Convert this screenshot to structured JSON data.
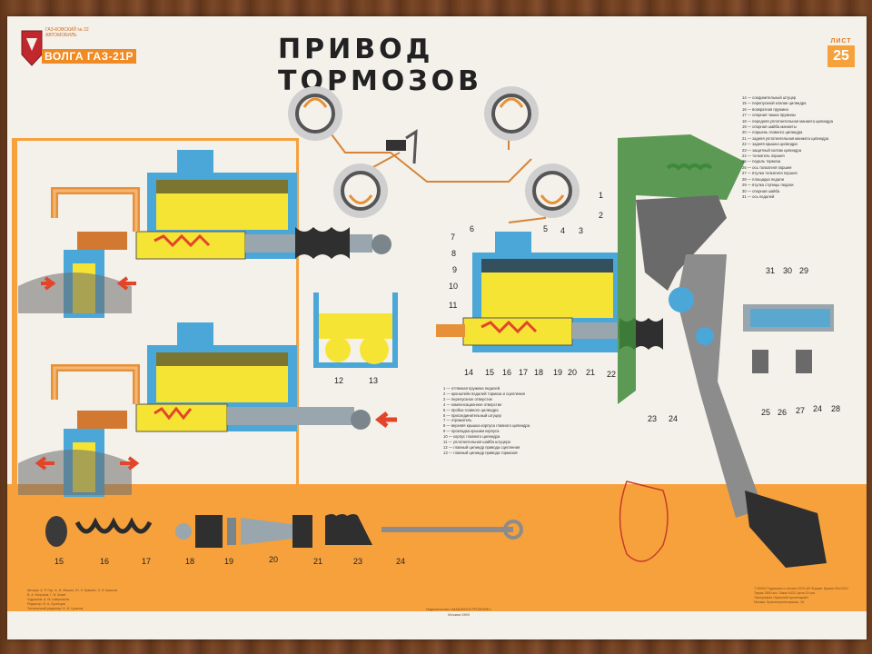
{
  "poster": {
    "title": "ПРИВОД ТОРМОЗОВ",
    "logo_text": "ВОЛГА ГАЗ-21Р",
    "logo_small": [
      "ГАЗ-КОВСКИЙ № 22",
      "АВТОМОБИЛЬ"
    ],
    "sheet_label": "ЛИСТ",
    "sheet_number": "25"
  },
  "legend_right": [
    "14 — соединительный штуцер",
    "15 — перепускной клапан цилиндра",
    "16 — возвратная пружина",
    "17 — опорная чашка пружины",
    "18 — передняя уплотнительная манжета цилиндра",
    "19 — опорная шайба манжеты",
    "20 — поршень главного цилиндра",
    "21 — задняя уплотнительная манжета цилиндра",
    "22 — задняя крышка цилиндра",
    "23 — защитный колпак цилиндра",
    "24 — толкатель поршня",
    "25 — педаль тормоза",
    "26 — ось толкателя поршня",
    "27 — втулка толкателя поршня",
    "28 — площадка педали",
    "29 — втулка ступицы педали",
    "30 — опорная шайба",
    "31 — ось педалей"
  ],
  "legend_mid": [
    "1 — оттяжная пружина педалей",
    "2 — кронштейн педалей тормоза и сцепления",
    "3 — перепускное отверстие",
    "4 — компенсационное отверстие",
    "5 — пробка главного цилиндра",
    "6 — присоединительный штуцер",
    "7 — отражатель",
    "8 — верхняя крышка корпуса главного цилиндра",
    "9 — прокладка крышки корпуса",
    "10 — корпус главного цилиндра",
    "11 — уплотнительная шайба штуцера",
    "12 — главный цилиндр привода сцепления",
    "13 — главный цилиндр привода тормозов"
  ],
  "callouts": {
    "top_left": [
      "6",
      "5",
      "4",
      "3",
      "7",
      "8",
      "9",
      "10",
      "11",
      "1",
      "2"
    ],
    "main": [
      "14",
      "15",
      "16",
      "17",
      "18",
      "19",
      "20",
      "21",
      "22",
      "23",
      "24"
    ],
    "reservoir": [
      "12",
      "13"
    ],
    "pedal_axle": [
      "31",
      "30",
      "29",
      "25",
      "26",
      "27",
      "24",
      "28"
    ],
    "parts_row": [
      "15",
      "16",
      "17",
      "18",
      "19",
      "20",
      "21",
      "23",
      "24"
    ]
  },
  "credits": [
    "Авторы: А. Р. Гар, А. И. Мишин, Ю. К. Кувшин, Л. И. Крылов",
    "В. А. Морозов, Г. В. Шмит",
    "Художник: А. М. Шкерланов",
    "Редактор: В. А. Кузнецов",
    "Технический редактор: Н. И. Цыхнов"
  ],
  "publisher": [
    "Издательство «МАШИНОСТРОЕНИЕ»",
    "Москва 1969"
  ],
  "print_info": [
    "Т 00000 Подписано к печати 20/ХI-69 Формат бумаги 90х120/1",
    "Тираж 2500 экз. Заказ 5432 Цена 20 коп.",
    "Типография «Красный пролетарий»",
    "Москва, Краснопролетарская, 16"
  ],
  "colors": {
    "accent_orange": "#f6a13c",
    "fluid_yellow": "#f6e435",
    "body_blue": "#4aa7d8",
    "pedal_grey": "#8c8c8c",
    "firewall_green": "#3f8a3a"
  }
}
